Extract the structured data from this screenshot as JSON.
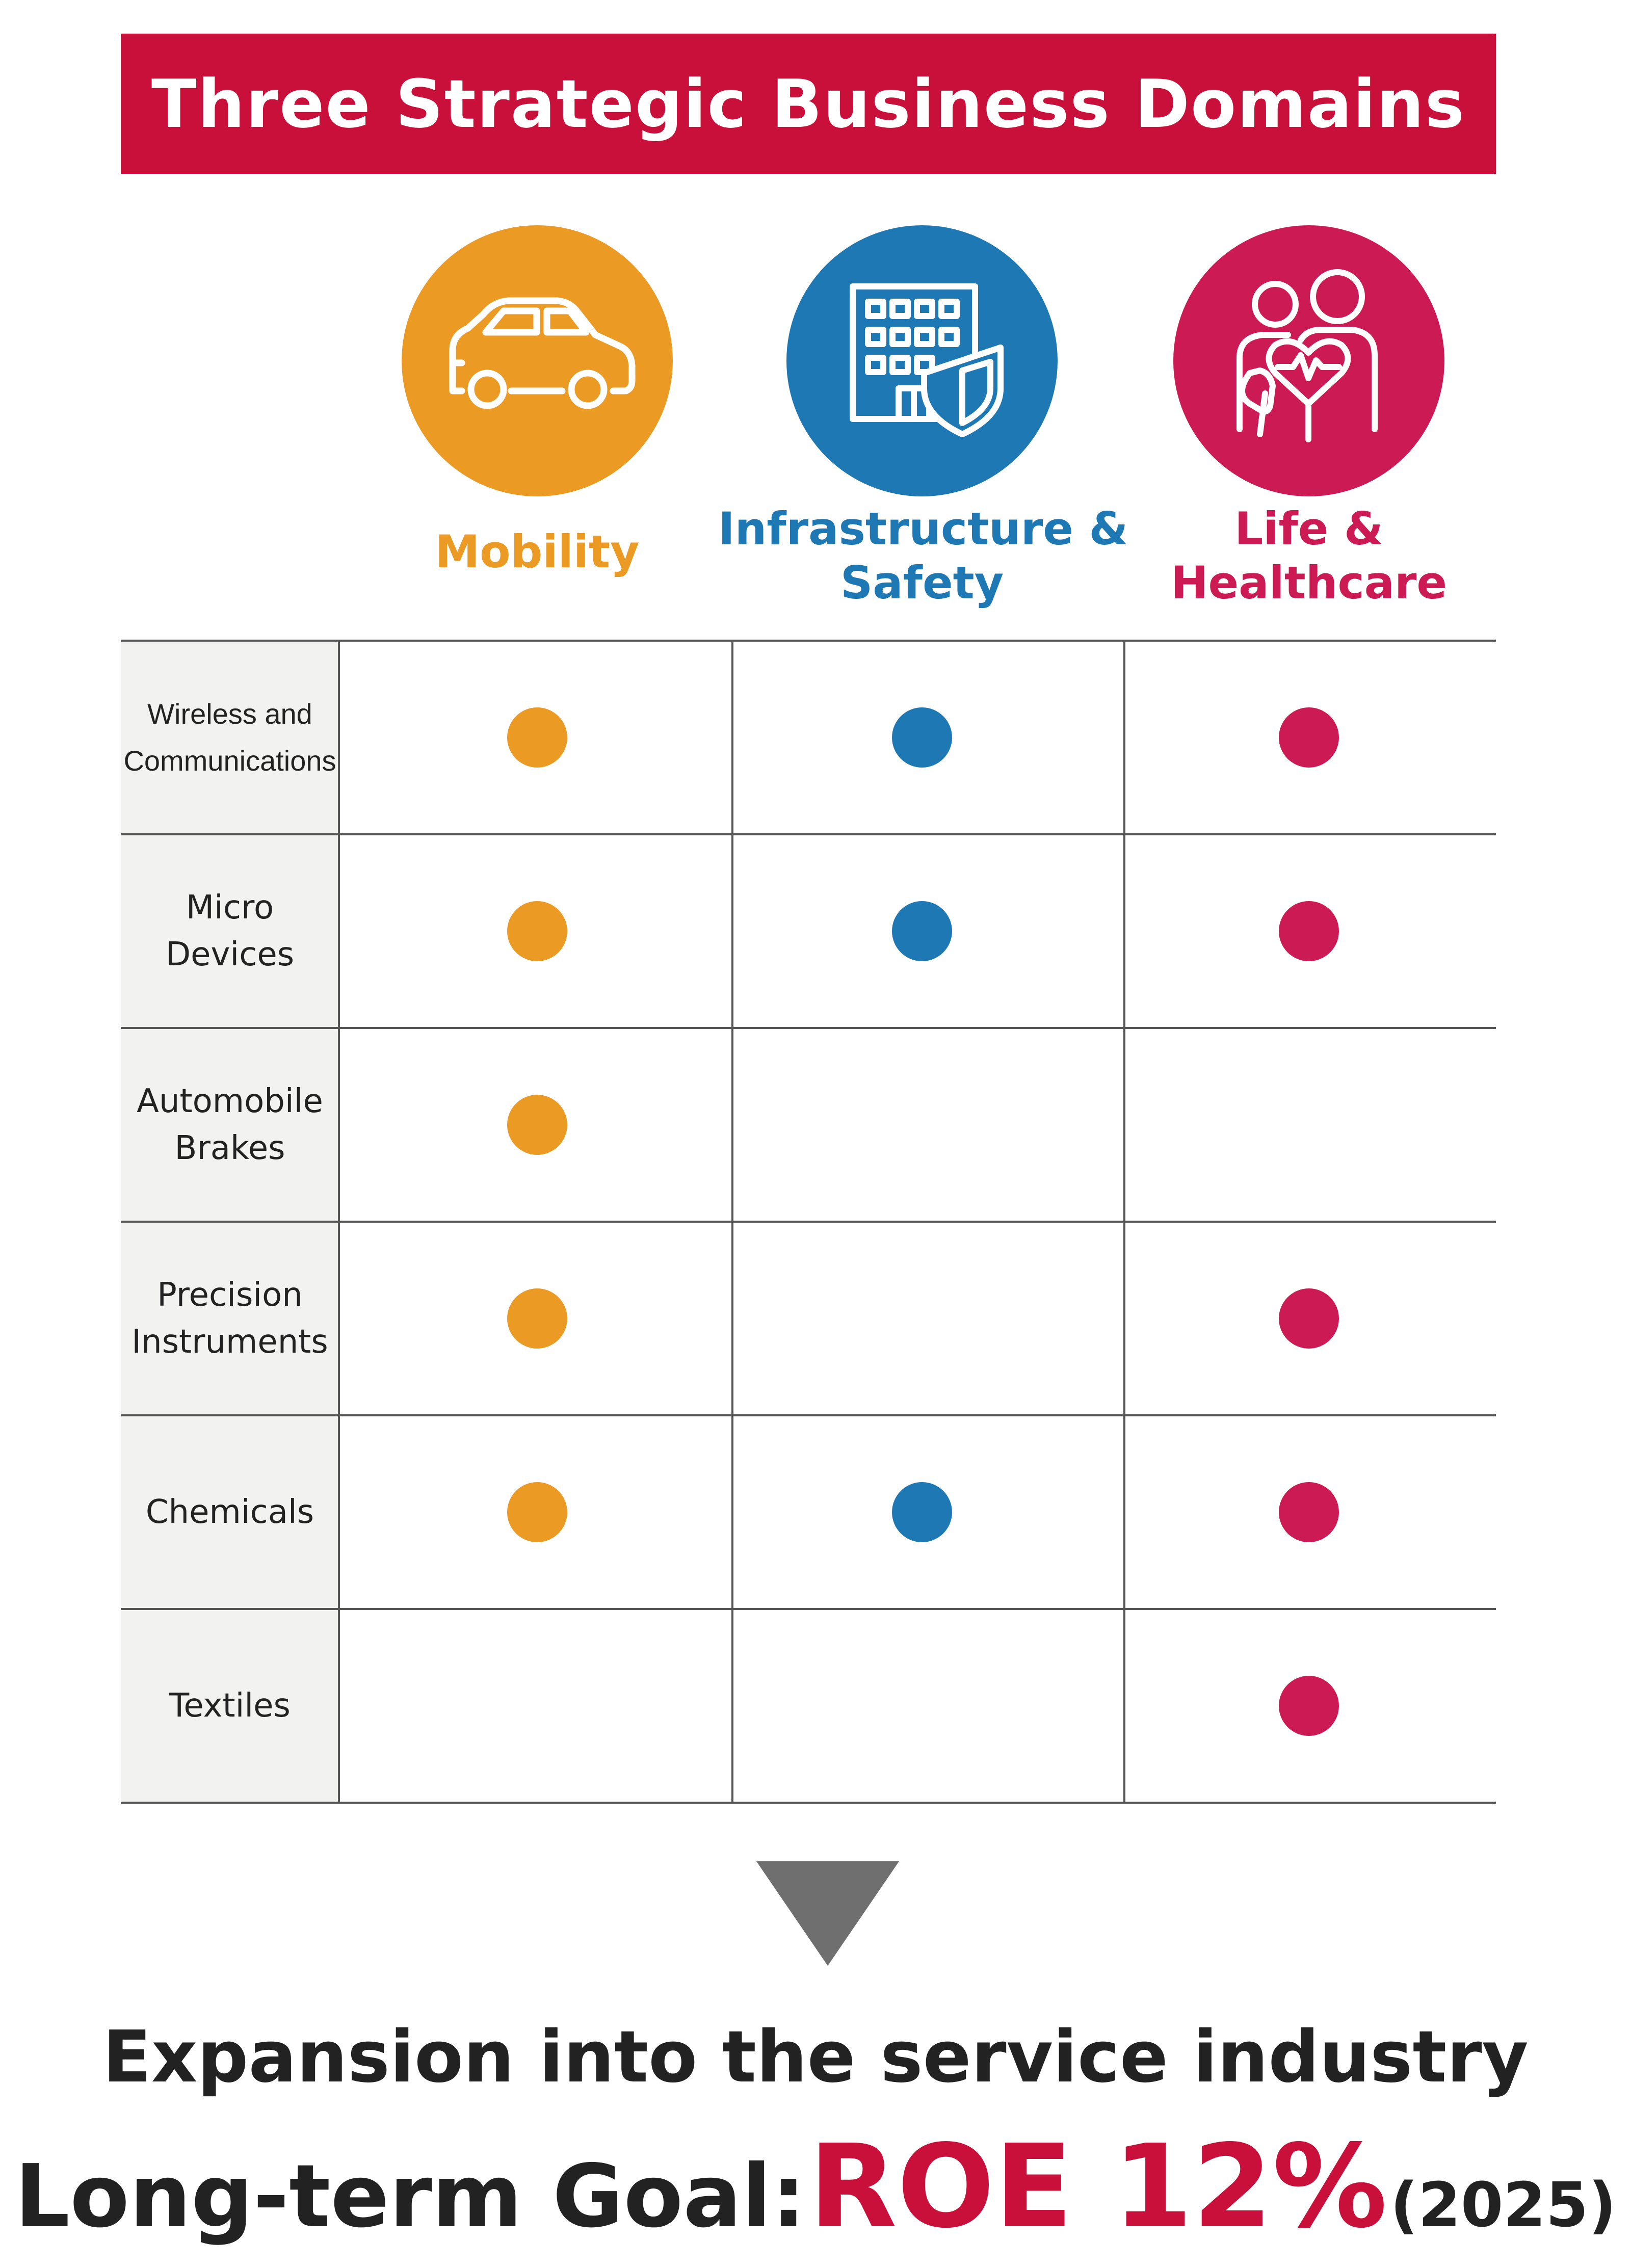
{
  "banner": {
    "title": "Three Strategic Business Domains"
  },
  "colors": {
    "brand": "#c8103a",
    "mobility": "#eb9a24",
    "infrastructure": "#1e78b4",
    "life": "#cc1a55",
    "arrow": "#6f6f6f"
  },
  "domains": [
    {
      "key": "mobility",
      "icon": "car-icon",
      "label_lines": [
        "Mobility"
      ]
    },
    {
      "key": "infrastructure",
      "icon": "building-shield-icon",
      "label_lines": [
        "Infrastructure &",
        "Safety"
      ]
    },
    {
      "key": "life",
      "icon": "people-heart-icon",
      "label_lines": [
        "Life &",
        "Healthcare"
      ]
    }
  ],
  "rows": [
    {
      "label_lines": [
        "Wireless and",
        "Communications"
      ],
      "marks": [
        true,
        true,
        true
      ]
    },
    {
      "label_lines": [
        "Micro",
        "Devices"
      ],
      "marks": [
        true,
        true,
        true
      ]
    },
    {
      "label_lines": [
        "Automobile",
        "Brakes"
      ],
      "marks": [
        true,
        false,
        false
      ]
    },
    {
      "label_lines": [
        "Precision",
        "Instruments"
      ],
      "marks": [
        true,
        false,
        true
      ]
    },
    {
      "label_lines": [
        "Chemicals"
      ],
      "marks": [
        true,
        true,
        true
      ]
    },
    {
      "label_lines": [
        "Textiles"
      ],
      "marks": [
        false,
        false,
        true
      ]
    }
  ],
  "footer": {
    "expansion": "Expansion into the service industry",
    "goal_label": "Long-term Goal:",
    "goal_value": "ROE 12%",
    "goal_year": "(2025)"
  }
}
